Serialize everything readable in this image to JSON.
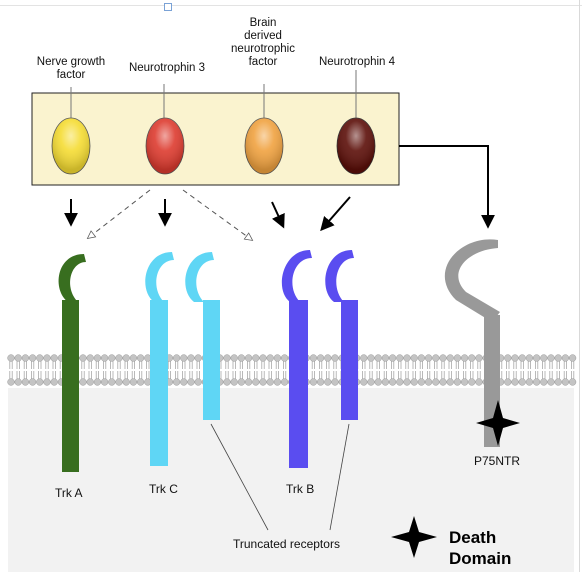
{
  "ligands": [
    {
      "id": "ngf",
      "name": "Nerve growth\nfactor",
      "color": "#f5dc33"
    },
    {
      "id": "nt3",
      "name": "Neurotrophin 3",
      "color": "#dd3b2f"
    },
    {
      "id": "bdnf",
      "name": "Brain\nderived\nneurotrophic\nfactor",
      "color": "#f0a240"
    },
    {
      "id": "nt4",
      "name": "Neurotrophin 4",
      "color": "#5c0f09"
    }
  ],
  "receptors": [
    {
      "id": "trka",
      "label": "Trk A",
      "color": "#386e1f"
    },
    {
      "id": "trkc",
      "label": "Trk C",
      "color": "#5fd6f5"
    },
    {
      "id": "trkb",
      "label": "Trk B",
      "color": "#5a4df0"
    },
    {
      "id": "p75",
      "label": "P75NTR",
      "color": "#999999"
    }
  ],
  "truncated_label": "Truncated receptors",
  "death_domain": {
    "line1": "Death",
    "line2": "Domain"
  },
  "colors": {
    "ligand_box_fill": "#faf3cf",
    "cytoplasm": "#f2f2f2",
    "lipid_head": "#c4c4c4"
  }
}
